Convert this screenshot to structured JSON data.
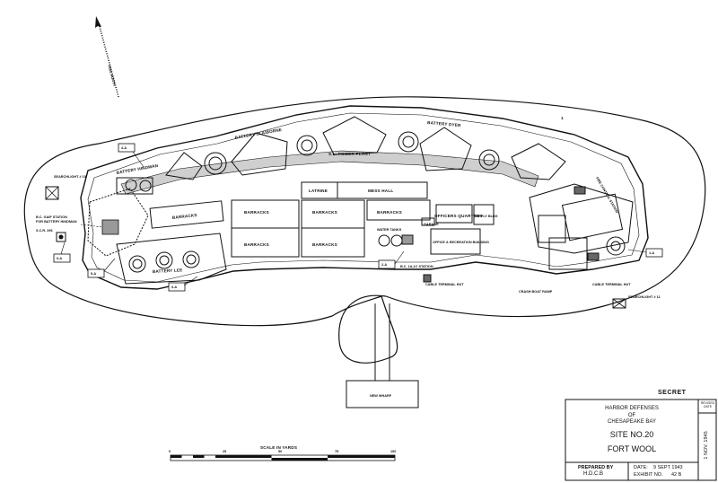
{
  "title_block": {
    "classification": "SECRET",
    "org_line1": "HARBOR DEFENSES",
    "org_line2": "OF",
    "org_line3": "CHESAPEAKE BAY",
    "site": "SITE NO.20",
    "name": "FORT WOOL",
    "prepared_by_label": "PREPARED BY",
    "prepared_by": "H.D.C.B",
    "date_label": "DATE:",
    "date": "9 SEPT 1943",
    "exhibit_label": "EXHIBIT NO.",
    "exhibit": "42 B",
    "revised_label": "REVISED DATE",
    "revised_date": "1 NOV. 1945"
  },
  "scale": {
    "title": "SCALE IN YARDS",
    "ticks": [
      "0",
      "25",
      "50",
      "75",
      "100"
    ]
  },
  "labels": {
    "north": "TRUE NORTH",
    "battery_claiborne": "BATTERY CLAIBORNE",
    "battery_dyer": "BATTERY DYER",
    "battery_hindman": "BATTERY HINDMAN",
    "battery_lee": "BATTERY LEE",
    "power_plant": "S.L. POWER PLANT",
    "latrine": "LATRINE",
    "mess_hall": "MESS HALL",
    "barracks": "BARRACKS",
    "officers_quarters": "OFFICERS QUARTERS",
    "supply_bldg": "SUPPLY BLDG",
    "water_tanks": "WATER TANKS",
    "office_recreation": "OFFICE & RECREATION BUILDING",
    "garage": "GARAGE",
    "bc_station": "B.C. 1A,1C STATION",
    "cable_hut_center": "CABLE TERMINAL HUT",
    "cable_hut_right": "CABLE TERMINAL HUT",
    "bc_gaif": "B.C. GAIF STATION",
    "bc_gaif_sub": "FOR BATTERY HINDMAN",
    "sl_station": "S.C.R. 296",
    "searchlight_10": "SEARCHLIGHT # 10",
    "searchlight_11": "SEARCHLIGHT # 11",
    "wharf": "NEW WHARF",
    "crash_boat": "CRASH BOAT RAMP",
    "fire_control": "FIRE CONTROL STATION",
    "mark_1": "1",
    "tag_4a": "4-A",
    "tag_5a": "5-A",
    "tag_6a": "6-A",
    "tag_3a": "3-A",
    "tag_2a": "2-A",
    "tag_1a": "1-A"
  }
}
